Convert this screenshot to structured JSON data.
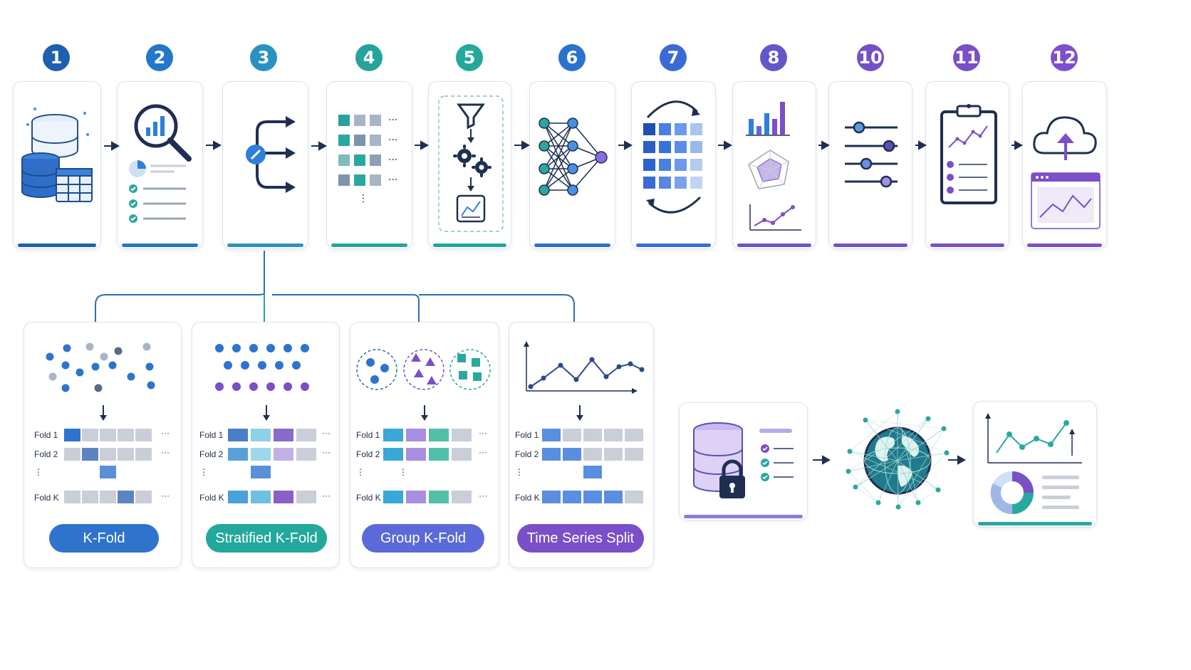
{
  "steps": [
    {
      "number": "1",
      "icon": "database-table-icon"
    },
    {
      "number": "2",
      "icon": "magnifier-chart-icon"
    },
    {
      "number": "3",
      "icon": "split-arrows-icon"
    },
    {
      "number": "4",
      "icon": "matrix-grid-icon"
    },
    {
      "number": "5",
      "icon": "funnel-gears-icon"
    },
    {
      "number": "6",
      "icon": "neural-network-icon"
    },
    {
      "number": "7",
      "icon": "cycle-grid-icon"
    },
    {
      "number": "8",
      "icon": "charts-radar-icon"
    },
    {
      "number": "10",
      "icon": "sliders-icon"
    },
    {
      "number": "11",
      "icon": "clipboard-chart-icon"
    },
    {
      "number": "12",
      "icon": "cloud-upload-icon"
    }
  ],
  "cv_methods": [
    {
      "label": "K-Fold",
      "folds": [
        "Fold 1",
        "Fold 2",
        "⋮",
        "Fold K"
      ]
    },
    {
      "label": "Stratified K-Fold",
      "folds": [
        "Fold 1",
        "Fold 2",
        "⋮",
        "Fold K"
      ]
    },
    {
      "label": "Group K-Fold",
      "folds": [
        "Fold 1",
        "Fold 2",
        "⋮",
        "Fold K"
      ]
    },
    {
      "label": "Time Series Split",
      "folds": [
        "Fold 1",
        "Fold 2",
        "⋮",
        "Fold K"
      ]
    }
  ],
  "ellipsis": "···",
  "deploy_icons": [
    "database-lock-icon",
    "globe-network-icon",
    "dashboard-chart-icon"
  ],
  "colors": {
    "dark_blue": "#1f63b8",
    "blue": "#2e7fd8",
    "teal": "#2aa8a0",
    "indigo": "#5b6ad8",
    "purple": "#7a4fc8",
    "navy": "#1f2d4a",
    "gray": "#c9ced8"
  }
}
